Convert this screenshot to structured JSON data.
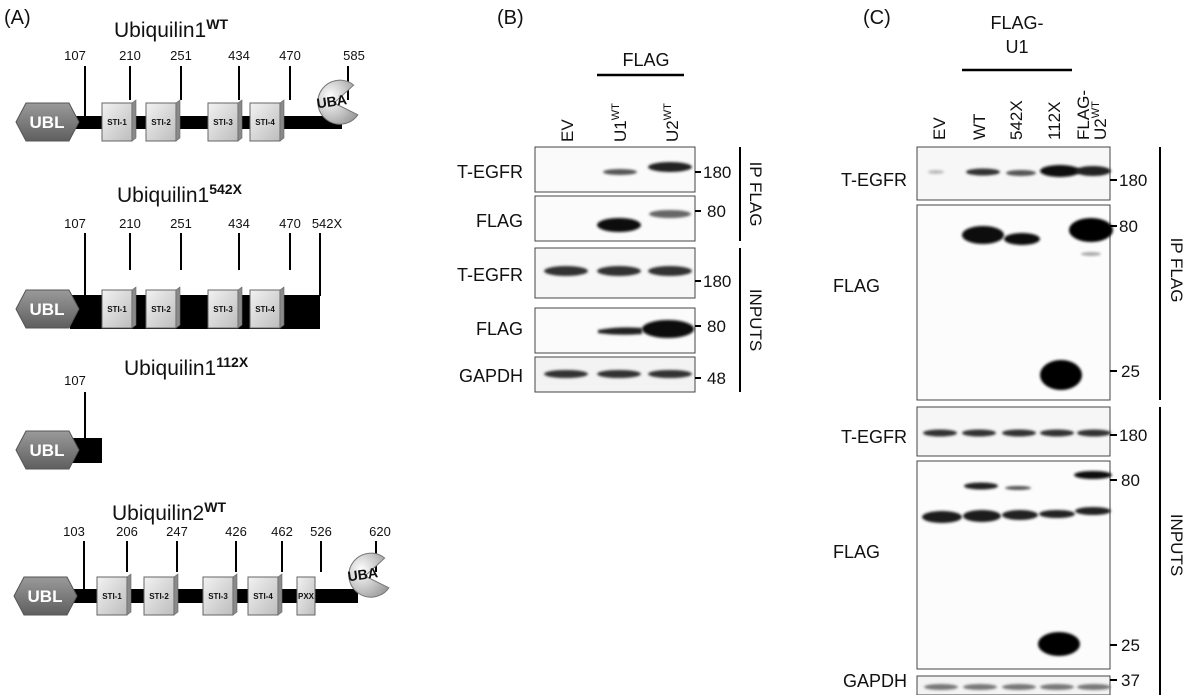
{
  "panels": {
    "a": {
      "label": "(A)",
      "constructs": [
        {
          "name": "Ubiquilin1",
          "sup": "WT",
          "ubl": "UBL",
          "positions": [
            "107",
            "210",
            "251",
            "434",
            "470",
            "585"
          ],
          "boxes": [
            "STI-1",
            "STI-2",
            "STI-3",
            "STI-4"
          ],
          "uba": "UBA"
        },
        {
          "name": "Ubiquilin1",
          "sup": "542X",
          "ubl": "UBL",
          "positions": [
            "107",
            "210",
            "251",
            "434",
            "470",
            "542X"
          ],
          "boxes": [
            "STI-1",
            "STI-2",
            "STI-3",
            "STI-4"
          ]
        },
        {
          "name": "Ubiquilin1",
          "sup": "112X",
          "ubl": "UBL",
          "positions": [
            "107"
          ]
        },
        {
          "name": "Ubiquilin2",
          "sup": "WT",
          "ubl": "UBL",
          "positions": [
            "103",
            "206",
            "247",
            "426",
            "462",
            "526",
            "620"
          ],
          "boxes": [
            "STI-1",
            "STI-2",
            "STI-3",
            "STI-4",
            "PXX"
          ],
          "uba": "UBA"
        }
      ]
    },
    "b": {
      "label": "(B)",
      "group_label": "FLAG",
      "lanes": [
        {
          "text": "EV",
          "sup": ""
        },
        {
          "text": "U1",
          "sup": "WT"
        },
        {
          "text": "U2",
          "sup": "WT"
        }
      ],
      "rows": [
        {
          "label": "T-EGFR",
          "mw": "180"
        },
        {
          "label": "FLAG",
          "mw": "80"
        },
        {
          "label": "T-EGFR",
          "mw": "180"
        },
        {
          "label": "FLAG",
          "mw": "80"
        },
        {
          "label": "GAPDH",
          "mw": "48"
        }
      ],
      "side_labels": [
        "IP FLAG",
        "INPUTS"
      ]
    },
    "c": {
      "label": "(C)",
      "group_label_line1": "FLAG-",
      "group_label_line2": "U1",
      "lanes": [
        {
          "text": "EV"
        },
        {
          "text": "WT"
        },
        {
          "text": "542X"
        },
        {
          "text": "112X"
        }
      ],
      "last_lane_line1": "FLAG-",
      "last_lane_line2": "U2",
      "last_lane_sup": "WT",
      "rows": [
        {
          "label": "T-EGFR",
          "mw": "180"
        },
        {
          "label": "FLAG",
          "mw": "80",
          "mw2": "25"
        },
        {
          "label": "T-EGFR",
          "mw": "180"
        },
        {
          "label": "FLAG",
          "mw": "80",
          "mw2": "25"
        },
        {
          "label": "GAPDH",
          "mw": "37"
        }
      ],
      "side_labels": [
        "IP FLAG",
        "INPUTS"
      ]
    }
  }
}
